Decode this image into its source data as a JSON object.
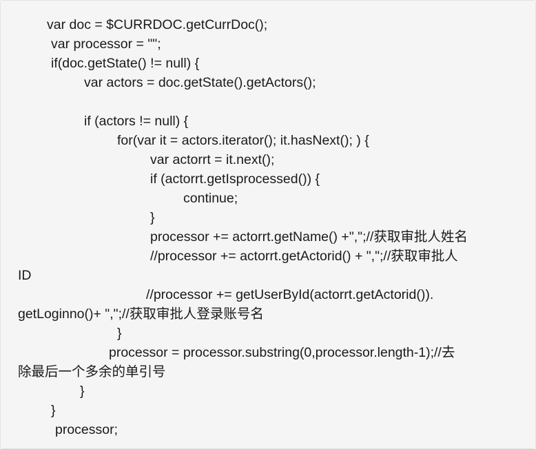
{
  "code": {
    "lines": [
      "var doc = $CURRDOC.getCurrDoc();",
      "var processor = \"\";",
      "if(doc.getState() != null) {",
      "var actors = doc.getState().getActors();",
      "if (actors != null) {",
      "for(var it = actors.iterator(); it.hasNext(); ) {",
      "var actorrt = it.next();",
      "if (actorrt.getIsprocessed()) {",
      "continue;",
      "}",
      "processor += actorrt.getName() +\",\";//获取审批人姓名",
      "//processor += actorrt.getActorid() + \",\";//获取审批人",
      "ID",
      "//processor += getUserById(actorrt.getActorid()).",
      "getLoginno()+ \",\";//获取审批人登录账号名",
      "}",
      "processor = processor.substring(0,processor.length-1);//去",
      "除最后一个多余的单引号",
      "}",
      "}",
      "processor;"
    ]
  }
}
